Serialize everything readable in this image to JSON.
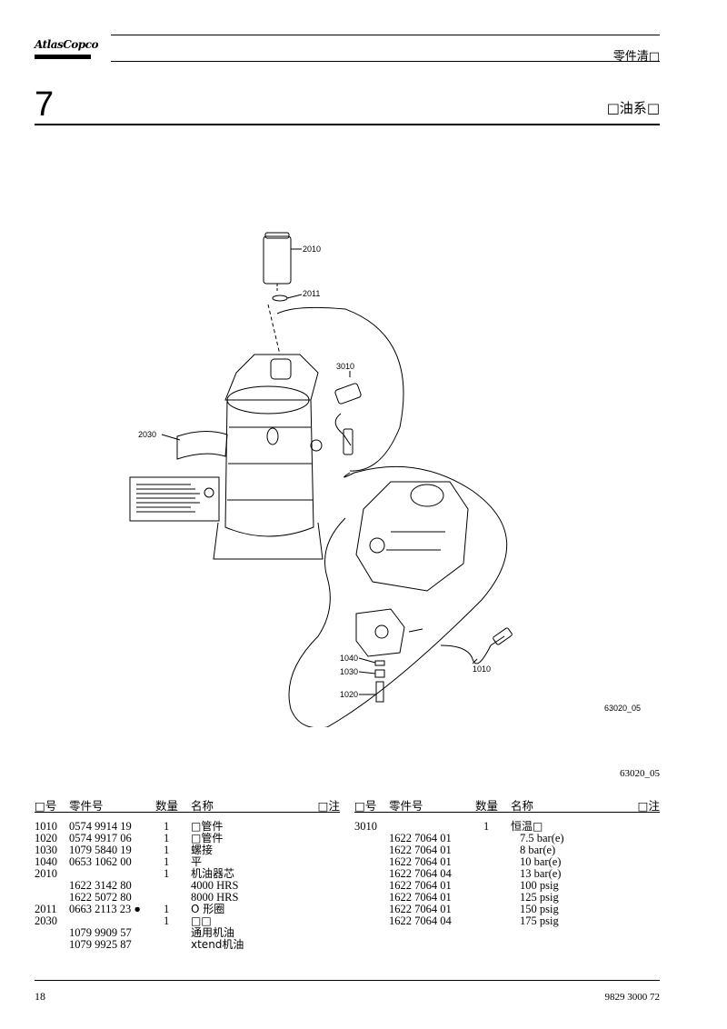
{
  "header": {
    "brand": "AtlasCopco",
    "section": "零件清",
    "chapter_number": "7",
    "chapter_title": "油系"
  },
  "figure": {
    "callouts": [
      "2010",
      "2011",
      "3010",
      "2030",
      "1040",
      "1030",
      "1020",
      "1010"
    ],
    "drawing_id": "63020_05",
    "figure_reference": "63020_05"
  },
  "table": {
    "headers": {
      "pos": "号",
      "part_no": "零件号",
      "qty": "数量",
      "name": "名称",
      "note": "注"
    },
    "left_rows": [
      {
        "pos": "1010",
        "part": "0574 9914 19",
        "qty": "1",
        "name": "管件",
        "indent": false
      },
      {
        "pos": "1020",
        "part": "0574 9917 06",
        "qty": "1",
        "name": "管件",
        "indent": false
      },
      {
        "pos": "1030",
        "part": "1079 5840 19",
        "qty": "1",
        "name": "螺接",
        "indent": false
      },
      {
        "pos": "1040",
        "part": "0653 1062 00",
        "qty": "1",
        "name": "平",
        "indent": false
      },
      {
        "pos": "2010",
        "part": "",
        "qty": "1",
        "name": "机油器芯",
        "indent": false
      },
      {
        "pos": "",
        "part": "1622 3142 80",
        "qty": "",
        "name": "4000 HRS",
        "indent": false
      },
      {
        "pos": "",
        "part": "1622 5072 80",
        "qty": "",
        "name": "8000 HRS",
        "indent": false
      },
      {
        "pos": "2011",
        "part": "0663 2113 23 ●",
        "qty": "1",
        "name": "O 形圈",
        "indent": false
      },
      {
        "pos": "2030",
        "part": "",
        "qty": "1",
        "name": "",
        "indent": false
      },
      {
        "pos": "",
        "part": "1079 9909 57",
        "qty": "",
        "name": "通用机油",
        "indent": false
      },
      {
        "pos": "",
        "part": "1079 9925 87",
        "qty": "",
        "name": "xtend机油",
        "indent": false
      }
    ],
    "right_rows": [
      {
        "pos": "3010",
        "part": "",
        "qty": "1",
        "name": "恒温",
        "indent": false
      },
      {
        "pos": "",
        "part": "1622 7064 01",
        "qty": "",
        "name": "7.5 bar(e)",
        "indent": true
      },
      {
        "pos": "",
        "part": "1622 7064 01",
        "qty": "",
        "name": "8 bar(e)",
        "indent": true
      },
      {
        "pos": "",
        "part": "1622 7064 01",
        "qty": "",
        "name": "10 bar(e)",
        "indent": true
      },
      {
        "pos": "",
        "part": "1622 7064 04",
        "qty": "",
        "name": "13 bar(e)",
        "indent": true
      },
      {
        "pos": "",
        "part": "1622 7064 01",
        "qty": "",
        "name": "100 psig",
        "indent": true
      },
      {
        "pos": "",
        "part": "1622 7064 01",
        "qty": "",
        "name": "125 psig",
        "indent": true
      },
      {
        "pos": "",
        "part": "1622 7064 01",
        "qty": "",
        "name": "150 psig",
        "indent": true
      },
      {
        "pos": "",
        "part": "1622 7064 04",
        "qty": "",
        "name": "175 psig",
        "indent": true
      }
    ]
  },
  "footer": {
    "page_number": "18",
    "document_number": "9829 3000 72"
  }
}
